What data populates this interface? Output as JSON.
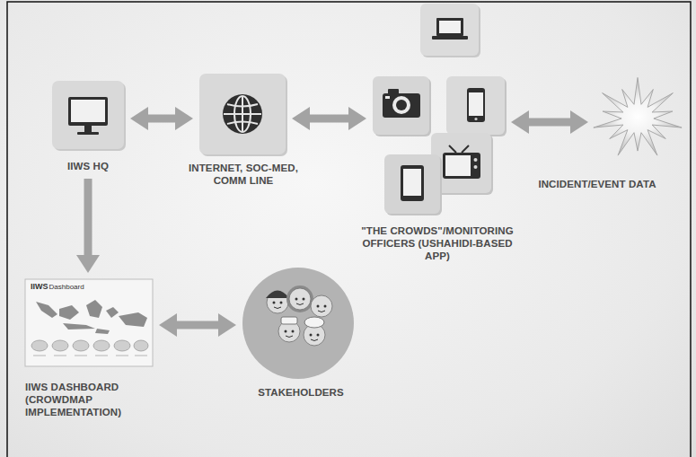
{
  "diagram": {
    "nodes": [
      {
        "text": [
          "IIWS HQ"
        ]
      },
      {
        "text": [
          "INTERNET, SOC-MED, COMM LINE"
        ]
      },
      {
        "text": [
          "\"THE CROWDS\"/MONITORING OFFICERS (USHAHIDI-BASED APP)"
        ]
      },
      {
        "text": [
          "INCIDENT/EVENT DATA"
        ]
      },
      {
        "text": [
          "IIWS DASHBOARD (CROWDMAP IMPLEMENTATION)"
        ]
      },
      {
        "text": [
          "STAKEHOLDERS"
        ]
      }
    ],
    "edges": [
      {
        "from": 0,
        "to": 1,
        "arrow": "both"
      },
      {
        "from": 1,
        "to": 2,
        "arrow": "both"
      },
      {
        "from": 2,
        "to": 3,
        "arrow": "both"
      },
      {
        "from": 0,
        "to": 4,
        "arrow": "to"
      },
      {
        "from": 4,
        "to": 5,
        "arrow": "both"
      }
    ],
    "labels": [
      "IIWS",
      "Dashboard"
    ]
  }
}
